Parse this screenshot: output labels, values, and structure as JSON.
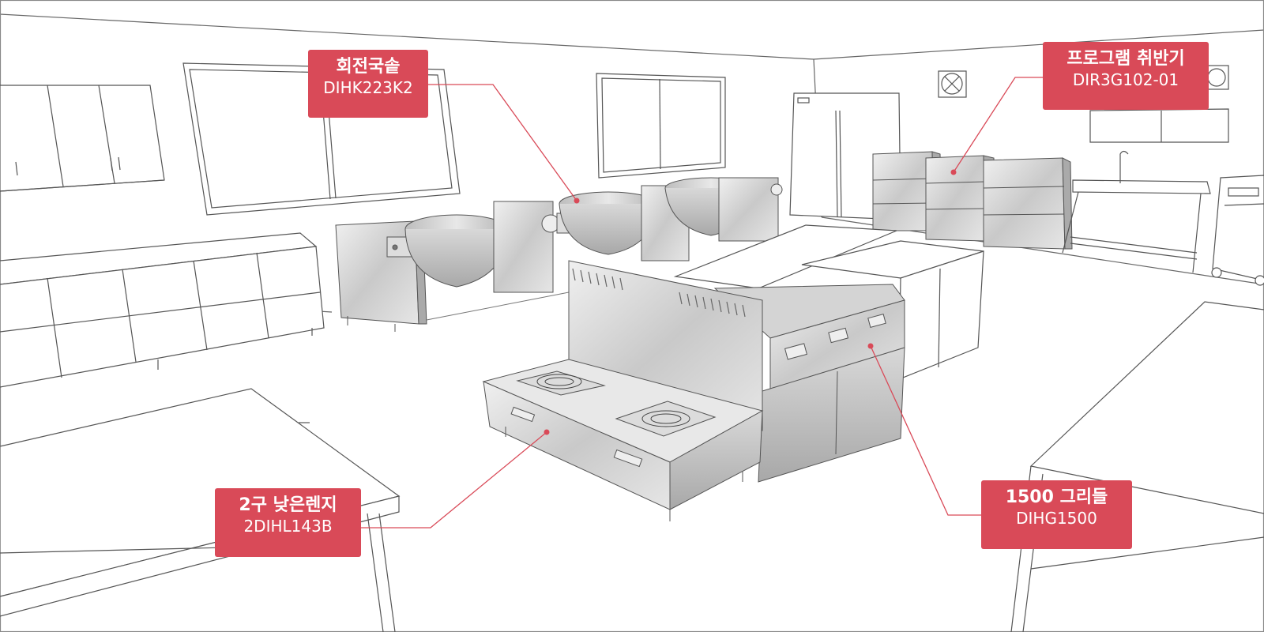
{
  "colors": {
    "accent": "#d94a58",
    "line": "#555555",
    "metal_light": "#e4e4e4",
    "metal_dark": "#a9a9a9"
  },
  "callouts": [
    {
      "id": "rotary-kettle",
      "name": "회전국솥",
      "model": "DIHK223K2"
    },
    {
      "id": "rice-cooker",
      "name": "프로그램 취반기",
      "model": "DIR3G102-01"
    },
    {
      "id": "low-range",
      "name": "2구 낮은렌지",
      "model": "2DIHL143B"
    },
    {
      "id": "griddle",
      "name": "1500 그리들",
      "model": "DIHG1500"
    }
  ]
}
